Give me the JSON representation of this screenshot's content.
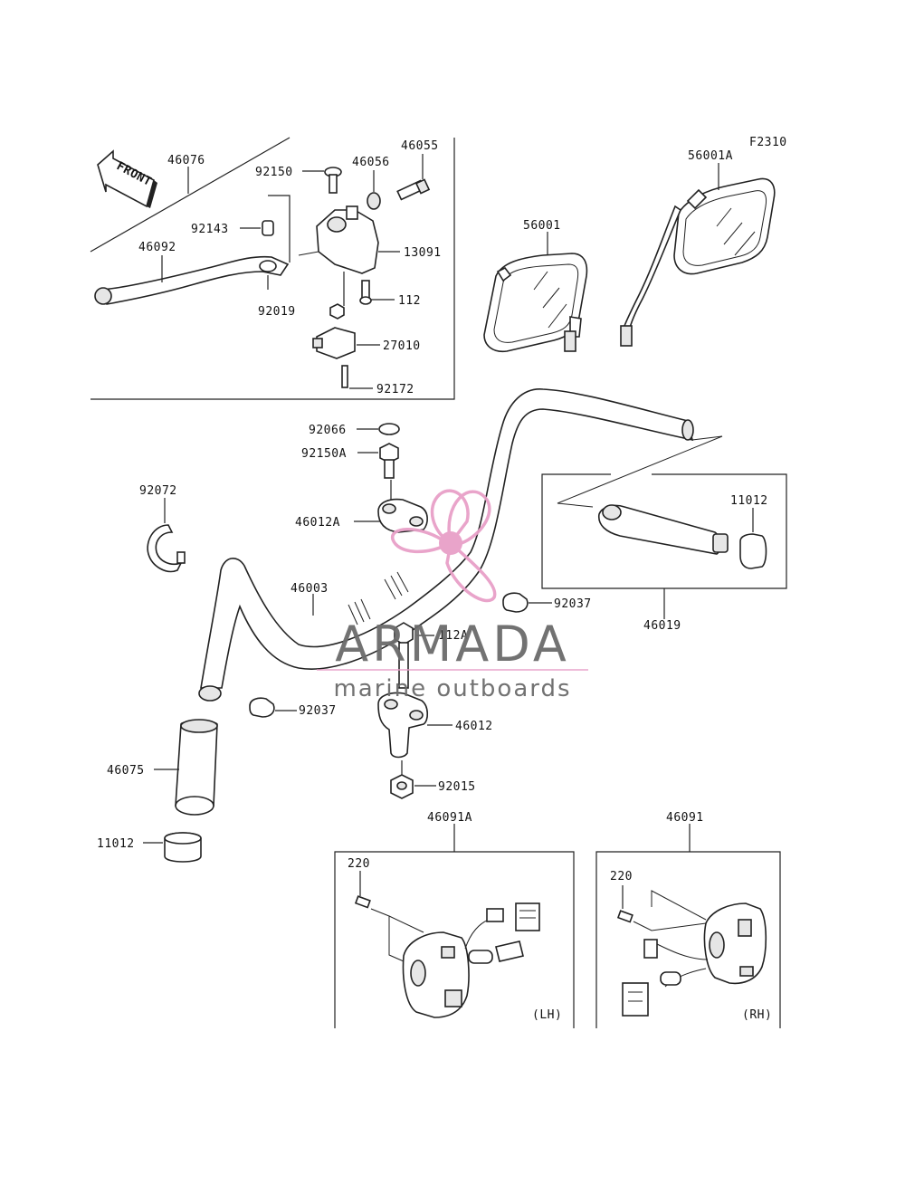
{
  "figure_code": "F2310",
  "front_arrow": {
    "text": "FRONT"
  },
  "watermark": {
    "brand": "ARMADA",
    "tagline": "marine outboards",
    "accent_color": "#e8a0c8",
    "text_color": "#6b6b6b"
  },
  "parts": {
    "p46076": "46076",
    "p92150": "92150",
    "p46056": "46056",
    "p46055": "46055",
    "p92143": "92143",
    "p46092": "46092",
    "p13091": "13091",
    "p112": "112",
    "p92019": "92019",
    "p27010": "27010",
    "p92172": "92172",
    "p56001A": "56001A",
    "p56001": "56001",
    "p92066": "92066",
    "p92150A": "92150A",
    "p92072": "92072",
    "p46012A": "46012A",
    "p11012a": "11012",
    "p46003": "46003",
    "p92037a": "92037",
    "p46019": "46019",
    "p112A": "112A",
    "p92037b": "92037",
    "p46012": "46012",
    "p46075": "46075",
    "p92015": "92015",
    "p11012b": "11012",
    "p46091A": "46091A",
    "p46091": "46091",
    "p220a": "220",
    "p220b": "220"
  },
  "side_labels": {
    "lh": "(LH)",
    "rh": "(RH)"
  }
}
